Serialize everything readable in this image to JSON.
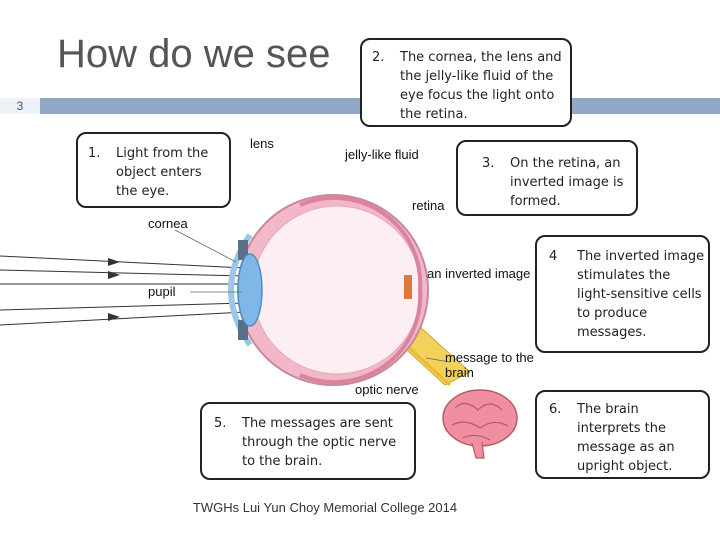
{
  "header": {
    "title": "How do we see",
    "slide_number": "3"
  },
  "steps": [
    {
      "num": "1.",
      "text": "Light from the object enters the eye."
    },
    {
      "num": "2.",
      "text": "The cornea, the lens and the jelly-like fluid of the eye focus the light onto the retina."
    },
    {
      "num": "3.",
      "text": "On the retina, an inverted image is formed."
    },
    {
      "num": "4",
      "text": "The inverted image stimulates the light-sensitive cells to produce messages."
    },
    {
      "num": "5.",
      "text": "The messages are sent through the optic nerve to the brain."
    },
    {
      "num": "6.",
      "text": "The brain interprets the message as an upright object."
    }
  ],
  "labels": {
    "lens": "lens",
    "jelly_fluid": "jelly-like fluid",
    "retina": "retina",
    "cornea": "cornea",
    "pupil": "pupil",
    "inverted_image": "an inverted image",
    "message_to_brain": "message to the brain",
    "optic_nerve": "optic nerve"
  },
  "footer": "TWGHs Lui Yun Choy Memorial College 2014",
  "colors": {
    "header_bar": "#8fa9c6",
    "eye_outer": "#f2b8c8",
    "eye_inner": "#fdeef3",
    "lens": "#7fb8e8",
    "optic_nerve": "#f3d25a",
    "brain": "#ef8fa0"
  }
}
